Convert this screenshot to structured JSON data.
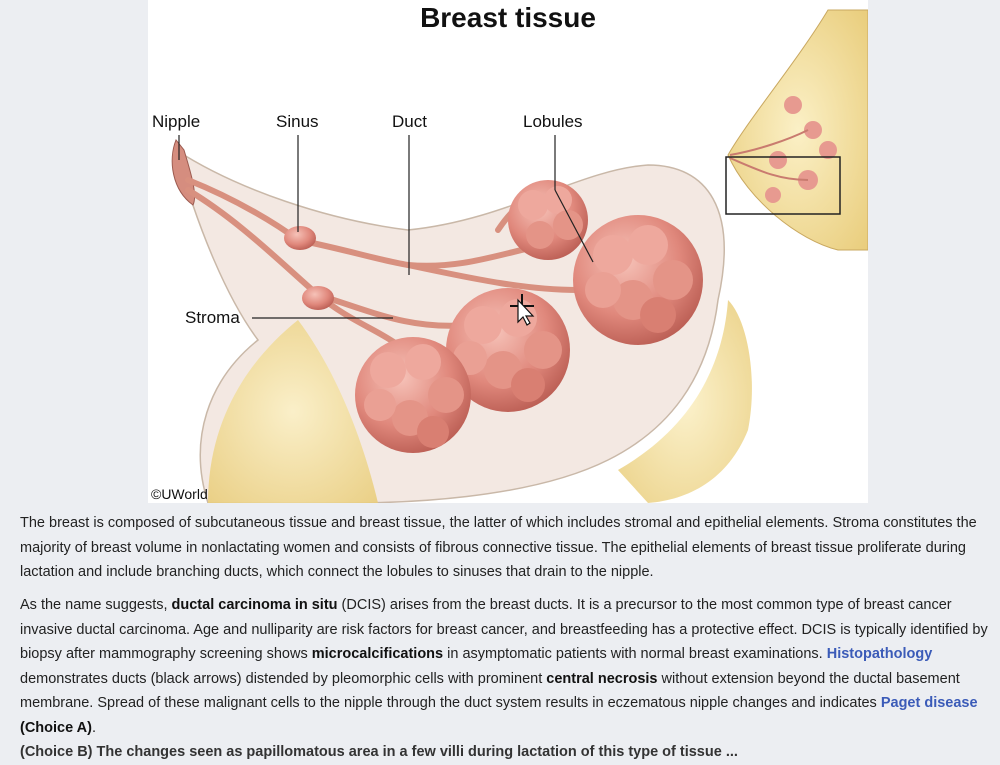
{
  "figure": {
    "title": "Breast tissue",
    "labels": {
      "nipple": "Nipple",
      "sinus": "Sinus",
      "duct": "Duct",
      "lobules": "Lobules",
      "stroma": "Stroma"
    },
    "credit": "©UWorld"
  },
  "paragraph1": {
    "text": "The breast is composed of subcutaneous tissue and breast tissue, the latter of which includes stromal and epithelial elements.  Stroma constitutes the majority of breast volume in nonlactating women and consists of fibrous connective tissue.  The epithelial elements of breast tissue proliferate during lactation and include branching ducts, which connect the lobules to sinuses that drain to the nipple."
  },
  "paragraph2": {
    "t1": "As the name suggests, ",
    "b1": "ductal carcinoma in situ",
    "t2": " (DCIS) arises from the breast ducts.  It is a precursor to the most common type of breast cancer invasive ductal carcinoma.  Age and nulliparity are risk factors for breast cancer, and breastfeeding has a protective effect.  DCIS is typically identified by biopsy after mammography screening shows ",
    "b2": "microcalcifications",
    "t3": " in asymptomatic patients with normal breast examinations. ",
    "link1": "Histopathology",
    "t4": " demonstrates ducts (black arrows) distended by pleomorphic cells with prominent ",
    "b3": "central necrosis",
    "t5": " without extension beyond the ductal basement membrane.  Spread of these malignant cells to the nipple through the duct system results in eczematous nipple changes and indicates ",
    "link2": "Paget disease",
    "b4": " (Choice A)",
    "t6": "."
  },
  "paragraph3": {
    "partial": "(Choice B)  The changes seen as papillomatous area in a few villi during lactation of this type of tissue ..."
  },
  "colors": {
    "background": "#eceef2",
    "link": "#3b5bb8",
    "lobule": "#e79a90",
    "fat": "#f2e0a0"
  }
}
